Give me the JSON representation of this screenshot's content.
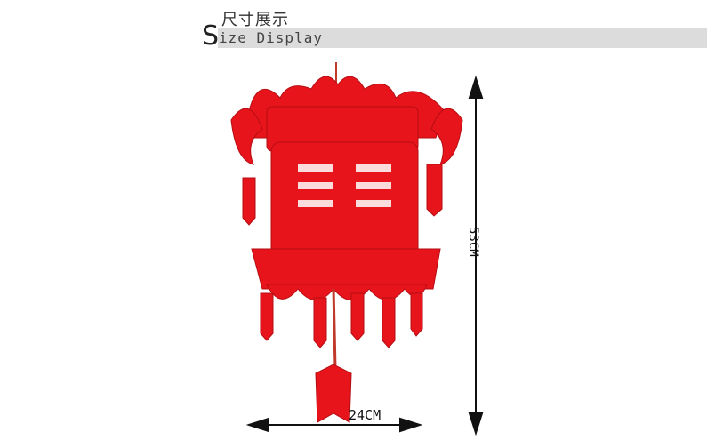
{
  "header": {
    "title_cn": "尺寸展示",
    "title_en_initial": "S",
    "title_en_rest": "ize Display"
  },
  "dimensions": {
    "height_label": "53CM",
    "width_label": "24CM"
  },
  "colors": {
    "lantern_red": "#e8141c",
    "lantern_dark": "#b50d12",
    "bar_gray": "#dcdcdc",
    "arrow": "#111111"
  }
}
